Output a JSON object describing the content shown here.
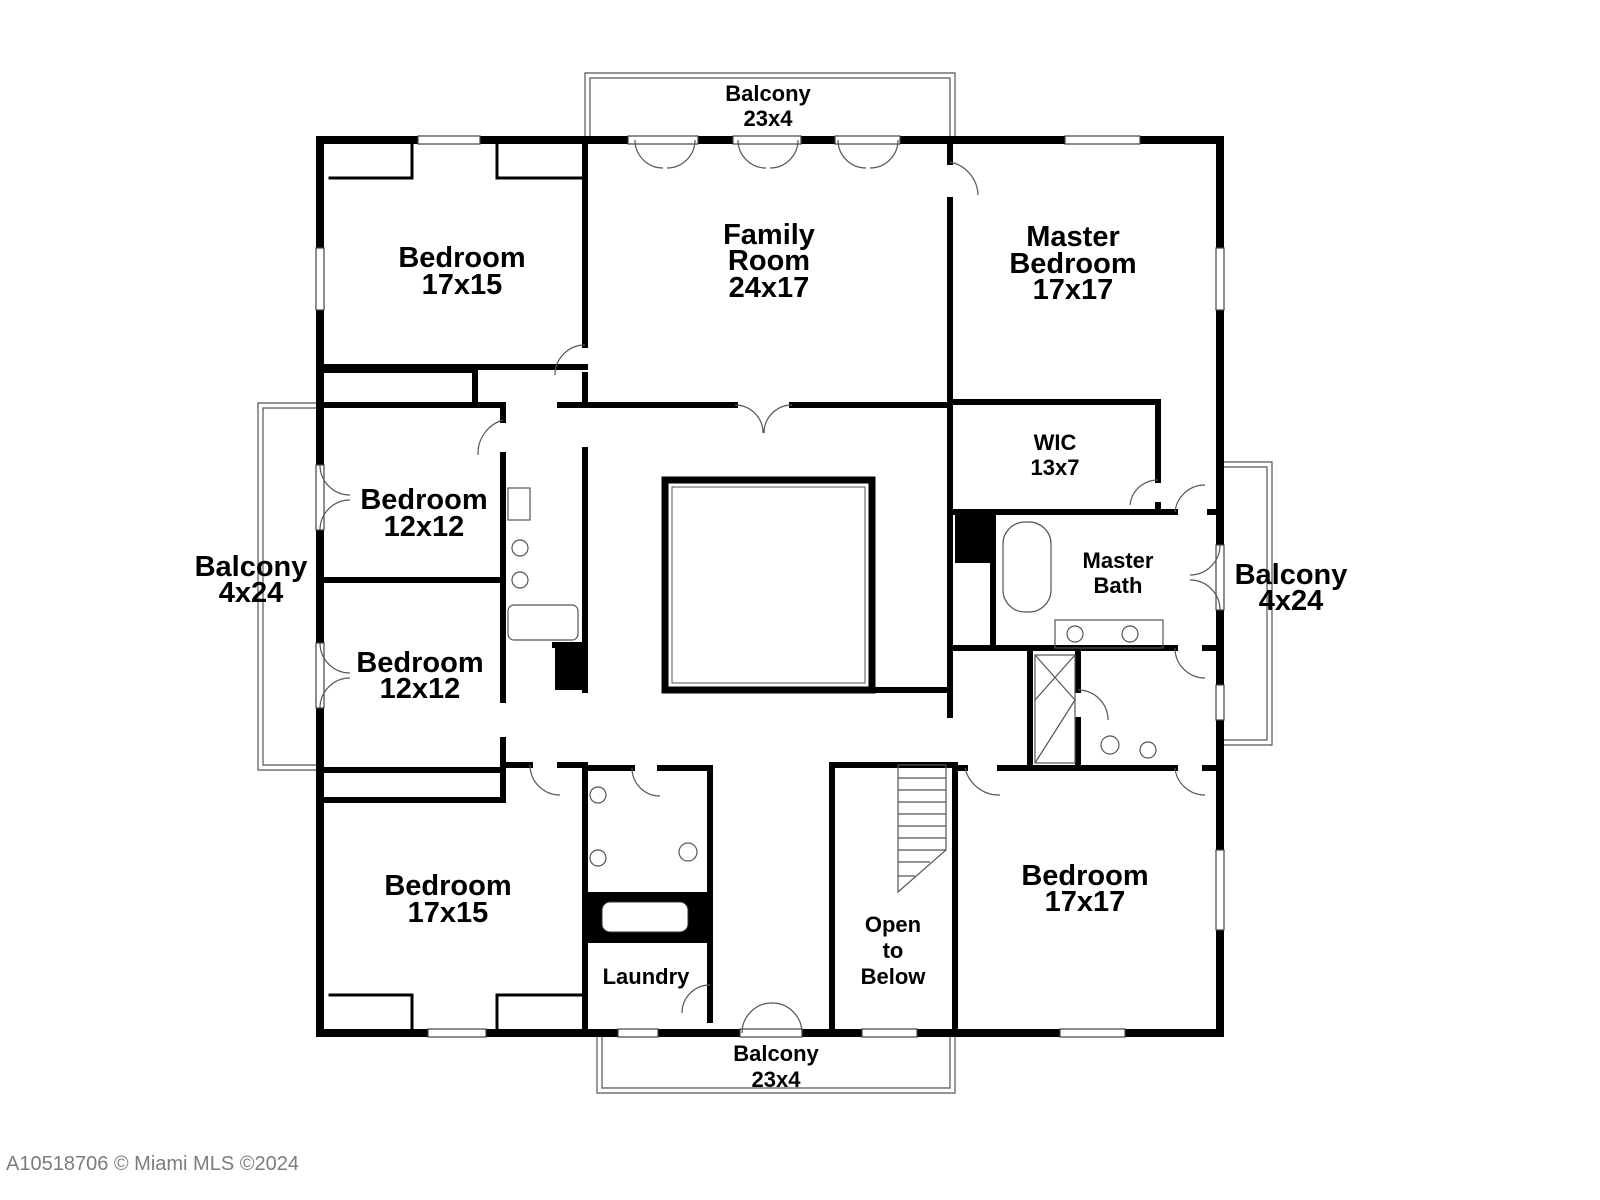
{
  "watermark": "A10518706 © Miami MLS ©2024",
  "rooms": {
    "bedroom_nw": {
      "name": "Bedroom",
      "size": "17x15"
    },
    "family_room": {
      "name_1": "Family",
      "name_2": "Room",
      "size": "24x17"
    },
    "master_bedroom": {
      "name_1": "Master",
      "name_2": "Bedroom",
      "size": "17x17"
    },
    "wic": {
      "name": "WIC",
      "size": "13x7"
    },
    "bedroom_w1": {
      "name": "Bedroom",
      "size": "12x12"
    },
    "bedroom_w2": {
      "name": "Bedroom",
      "size": "12x12"
    },
    "master_bath": {
      "name_1": "Master",
      "name_2": "Bath"
    },
    "bedroom_sw": {
      "name": "Bedroom",
      "size": "17x15"
    },
    "bedroom_se": {
      "name": "Bedroom",
      "size": "17x17"
    },
    "laundry": {
      "name": "Laundry"
    },
    "open_to_below": {
      "line_1": "Open",
      "line_2": "to",
      "line_3": "Below"
    },
    "balcony_top": {
      "name": "Balcony",
      "size": "23x4"
    },
    "balcony_bottom": {
      "name": "Balcony",
      "size": "23x4"
    },
    "balcony_left": {
      "name": "Balcony",
      "size": "4x24"
    },
    "balcony_right": {
      "name": "Balcony",
      "size": "4x24"
    }
  }
}
